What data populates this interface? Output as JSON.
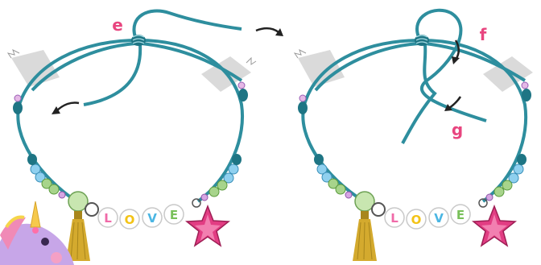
{
  "panels": [
    {
      "id": "left",
      "step_labels": [
        "e"
      ],
      "bead_letters": [
        "L",
        "O",
        "V",
        "E"
      ]
    },
    {
      "id": "right",
      "step_labels": [
        "f",
        "g"
      ],
      "bead_letters": [
        "L",
        "O",
        "V",
        "E"
      ]
    }
  ],
  "colors": {
    "cord": "#2e8e9e",
    "cord_dark": "#1b5f6b",
    "label": "#e8457f",
    "arrow": "#222222",
    "tape": "#d9d9d9",
    "tassel": "#c9a227",
    "star": "#e23d83",
    "bead_letter_colors": [
      "#f06aa8",
      "#f3c316",
      "#4bb6e3",
      "#79c05a"
    ]
  },
  "icons": [
    "sliding-knot-icon",
    "tape-icon",
    "tassel-icon",
    "star-charm-icon",
    "unicorn-icon",
    "arrow-icon"
  ]
}
